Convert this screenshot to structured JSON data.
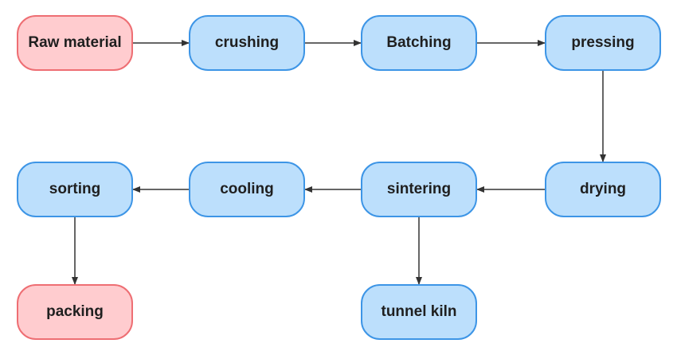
{
  "diagram": {
    "nodes": {
      "raw_material": "Raw material",
      "crushing": "crushing",
      "batching": "Batching",
      "pressing": "pressing",
      "drying": "drying",
      "sintering": "sintering",
      "cooling": "cooling",
      "sorting": "sorting",
      "packing": "packing",
      "tunnel_kiln": "tunnel kiln"
    },
    "edges": [
      [
        "raw_material",
        "crushing"
      ],
      [
        "crushing",
        "batching"
      ],
      [
        "batching",
        "pressing"
      ],
      [
        "pressing",
        "drying"
      ],
      [
        "drying",
        "sintering"
      ],
      [
        "sintering",
        "cooling"
      ],
      [
        "cooling",
        "sorting"
      ],
      [
        "sorting",
        "packing"
      ],
      [
        "sintering",
        "tunnel_kiln"
      ]
    ],
    "colors": {
      "process_fill": "#bcdffc",
      "process_border": "#3d95e6",
      "terminal_fill": "#ffcccf",
      "terminal_border": "#ee6e73",
      "arrow": "#333333"
    }
  }
}
